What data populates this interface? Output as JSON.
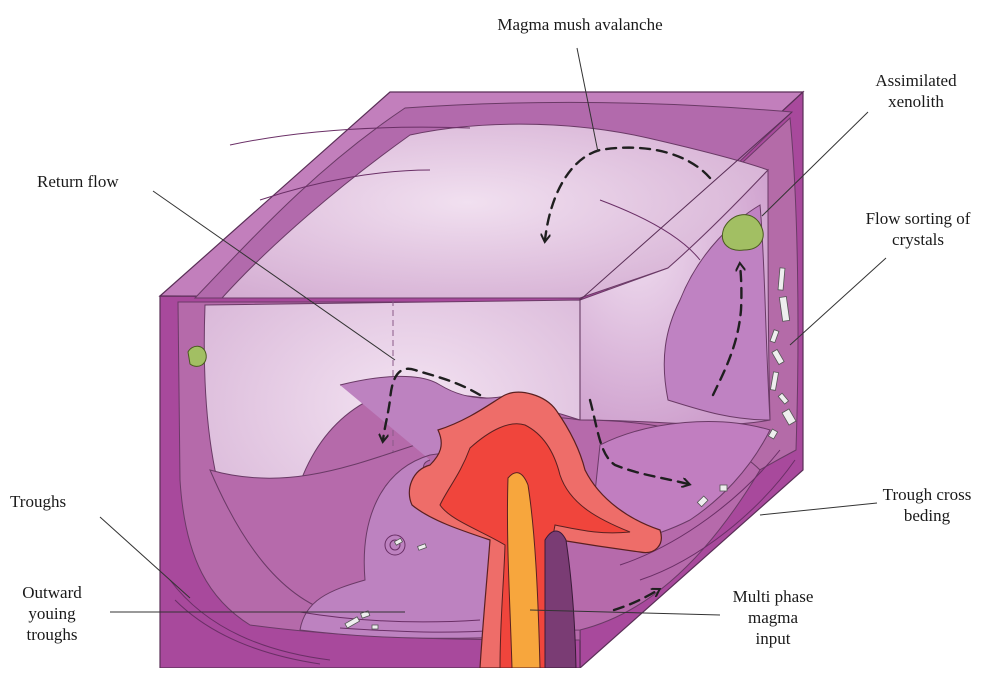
{
  "labels": {
    "magma_mush_avalanche": "Magma mush avalanche",
    "assimilated_xenolith_1": "Assimilated",
    "assimilated_xenolith_2": "xenolith",
    "return_flow": "Return flow",
    "flow_sorting_1": "Flow sorting of",
    "flow_sorting_2": "crystals",
    "troughs": "Troughs",
    "trough_cross_1": "Trough cross",
    "trough_cross_2": "beding",
    "outward_1": "Outward",
    "outward_2": "youing",
    "outward_3": "troughs",
    "multi_phase_1": "Multi phase",
    "multi_phase_2": "magma",
    "multi_phase_3": "input"
  },
  "colors": {
    "outer_frame": "#a8499c",
    "top_face": "#c27fbc",
    "floor": "#b66aab",
    "chamber_light": "#e3c6e1",
    "mush_lobe": "#bd82c0",
    "magma_outer": "#ee6d69",
    "magma_inner": "#f0453c",
    "conduit": "#f7a63d",
    "xenolith": "#a2bf63",
    "crystal": "#eeeeee"
  }
}
